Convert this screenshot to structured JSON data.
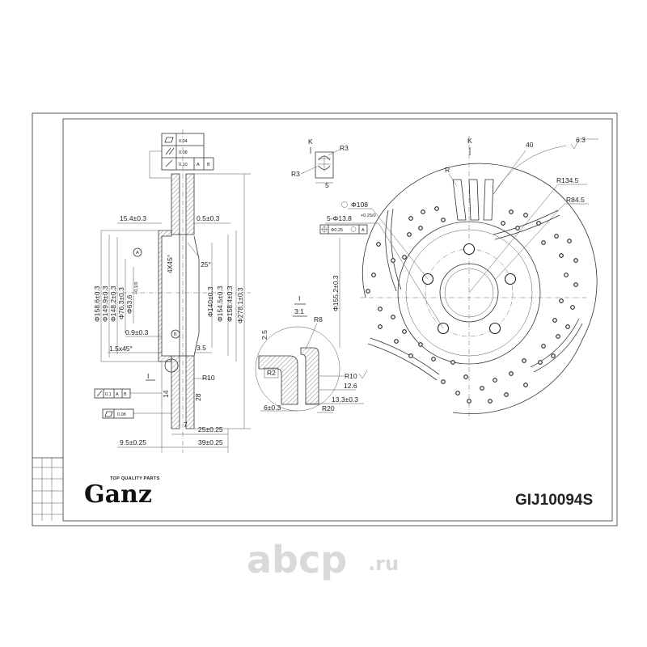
{
  "brand": {
    "name": "Ganz",
    "tagline": "TOP QUALITY PARTS"
  },
  "part_number": "GIJ10094S",
  "watermark": {
    "main": "abcp",
    "suffix": ".ru"
  },
  "tolerance_frame": [
    {
      "value": "0.04",
      "refs": []
    },
    {
      "value": "0.08",
      "refs": []
    },
    {
      "value": "0.10",
      "refs": [
        "A",
        "B"
      ]
    }
  ],
  "section_dims": {
    "width_top": "15.4±0.3",
    "width_right": "0.5±0.3",
    "d1": "Φ158.6±0.3",
    "d2": "Φ149.9±0.3",
    "d3": "Φ148.2±0.3",
    "d4": "Φ76.3±0.3",
    "d5": "Φ63.6",
    "d5_tol": "+0.1/0",
    "d6": "Φ140±0.3",
    "d7": "Φ154.5±0.3",
    "d8": "Φ158.4±0.3",
    "d9": "Φ278.1±0.3",
    "chamfer1": "4X45°",
    "angle": "25°",
    "inner": "0.9±0.3",
    "chamfer2": "1.5x45°",
    "gap": "3.5",
    "r10": "R10",
    "d14": "14",
    "d28": "28",
    "d7b": "7",
    "w25": "25±0.25",
    "w39": "39±0.25",
    "w95": "9.5±0.25",
    "tol_01": "0.1",
    "tol_008": "0.08",
    "datum_a": "A",
    "datum_b": "B",
    "section_mark": "I",
    "r_small": "R3",
    "r_small_tol": "5",
    "view_k": "K"
  },
  "detail_k": {
    "label": "K",
    "r3a": "R3",
    "r3b": "R3",
    "depth": "5"
  },
  "detail_i": {
    "label": "I",
    "scale": "3:1",
    "r8": "R8",
    "r2": "R2",
    "r10": "R10",
    "t25": "2.5",
    "w126": "12.6",
    "w133": "13.3±0.3",
    "w6": "6±0.3",
    "r20": "R20"
  },
  "front_view": {
    "view_k": "K",
    "r_label": "R",
    "angle_40": "40",
    "r134": "R134.5",
    "r845": "R84.5",
    "phi108": "Φ108",
    "holes": "5-Φ13.8",
    "holes_tol": "+0.25/0",
    "pos_tol": "Φ0.25",
    "pos_ref": "A",
    "phi155": "Φ155.2±0.3",
    "rough": "6.3"
  }
}
